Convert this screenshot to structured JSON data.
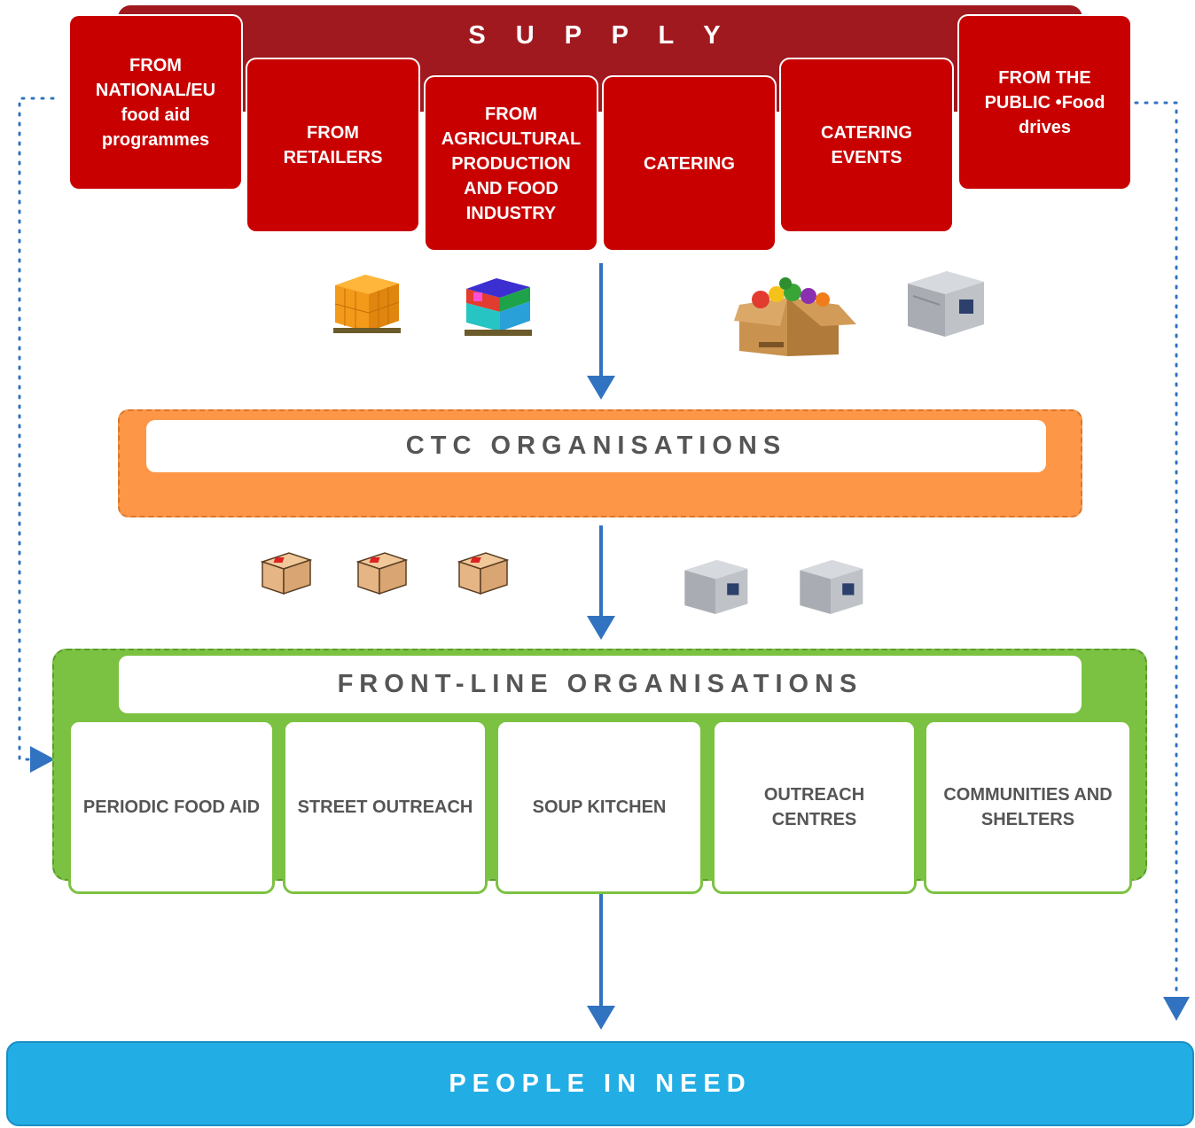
{
  "supply": {
    "title": "S U P P L Y",
    "sources": [
      "FROM NATIONAL/EU food aid programmes",
      "FROM RETAILERS",
      "FROM AGRICULTURAL PRODUCTION AND FOOD INDUSTRY",
      "CATERING",
      "CATERING EVENTS",
      "FROM THE PUBLIC •Food drives"
    ]
  },
  "ctc": {
    "label": "CTC ORGANISATIONS"
  },
  "frontline": {
    "label": "FRONT-LINE ORGANISATIONS",
    "types": [
      "PERIODIC FOOD AID",
      "STREET OUTREACH",
      "SOUP KITCHEN",
      "OUTREACH CENTRES",
      "COMMUNITIES AND SHELTERS"
    ]
  },
  "people": {
    "label": "PEOPLE IN NEED"
  },
  "colors": {
    "supply_banner": "#a0191f",
    "supply_box": "#c80000",
    "ctc_orange": "#fd9646",
    "frontline_green": "#7cc242",
    "people_blue": "#22aee4",
    "arrow_blue": "#3173c0"
  },
  "icons": [
    "orange-pallet-icon",
    "mixed-pallet-icon",
    "produce-box-icon",
    "insulated-container-icon",
    "cardboard-box-icon",
    "insulated-container-icon"
  ]
}
